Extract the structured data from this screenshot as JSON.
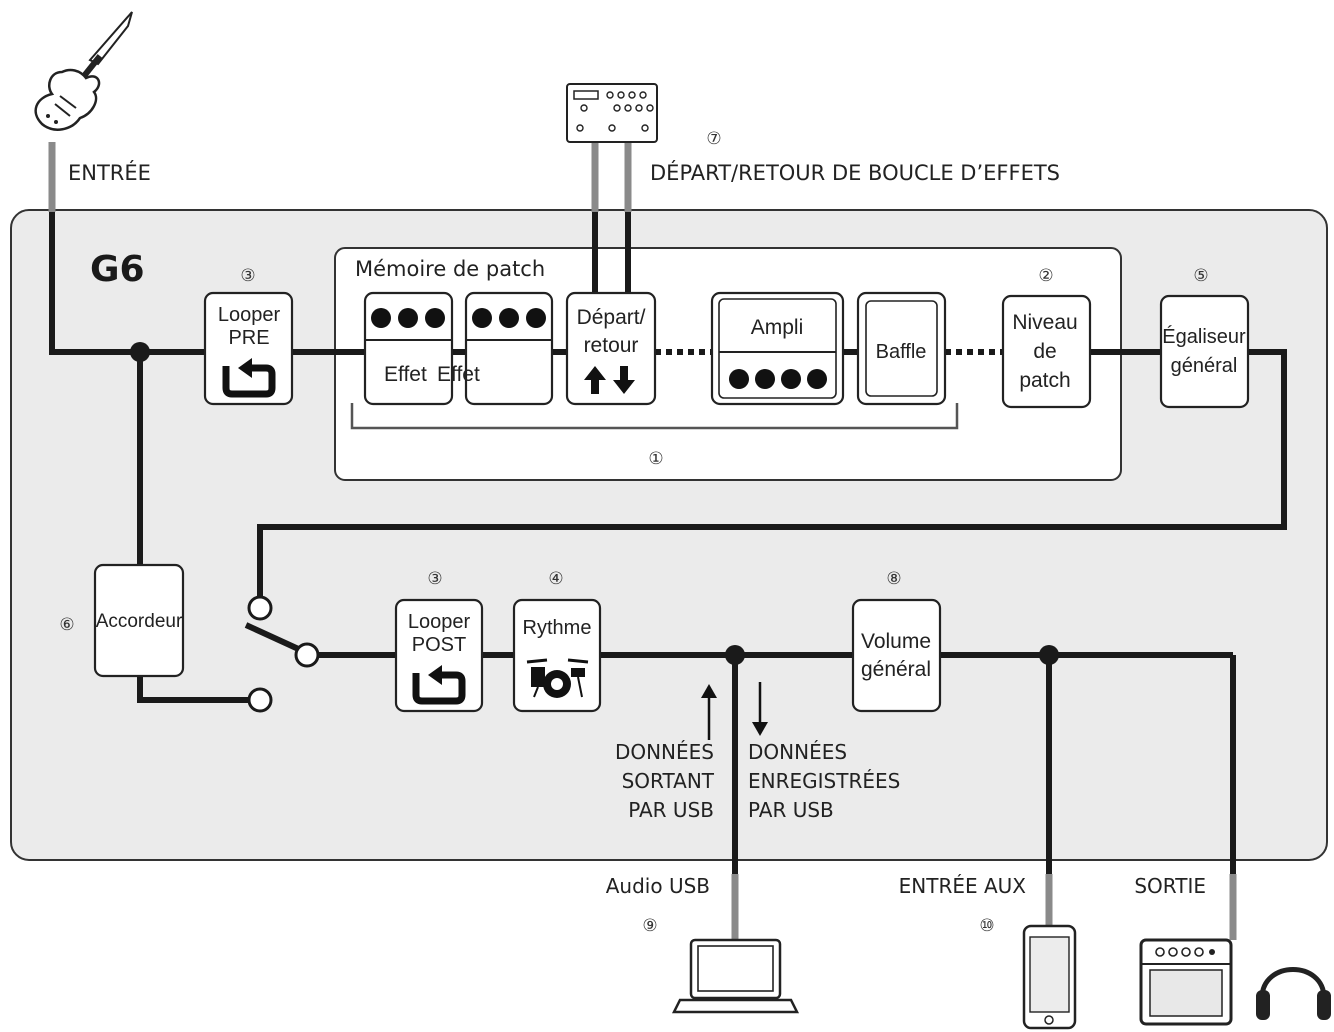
{
  "device": "G6",
  "labels": {
    "input": "ENTRÉE",
    "fx_loop": "DÉPART/RETOUR DE BOUCLE D’EFFETS",
    "patch_memory": "Mémoire de patch",
    "looper_pre_1": "Looper",
    "looper_pre_2": "PRE",
    "effect_1": "Effet",
    "effect_2": "Effet",
    "send_return_1": "Départ/",
    "send_return_2": "retour",
    "amp": "Ampli",
    "cab": "Baffle",
    "patch_level_1": "Niveau",
    "patch_level_2": "de",
    "patch_level_3": "patch",
    "global_eq_1": "Égaliseur",
    "global_eq_2": "général",
    "tuner": "Accordeur",
    "looper_post_1": "Looper",
    "looper_post_2": "POST",
    "rhythm": "Rythme",
    "master_1": "Volume",
    "master_2": "général",
    "usb_out_1": "DONNÉES",
    "usb_out_2": "SORTANT",
    "usb_out_3": "PAR USB",
    "usb_in_1": "DONNÉES",
    "usb_in_2": "ENREGISTRÉES",
    "usb_in_3": "PAR USB",
    "usb_audio": "Audio USB",
    "aux_in": "ENTRÉE AUX",
    "output": "SORTIE"
  },
  "callouts": {
    "n1": "①",
    "n2": "②",
    "n3a": "③",
    "n3b": "③",
    "n4": "④",
    "n5": "⑤",
    "n6": "⑥",
    "n7": "⑦",
    "n8": "⑧",
    "n9": "⑨",
    "n10": "⑩"
  },
  "colors": {
    "panel": "#ebebeb",
    "wire": "#1a1a1a",
    "cable": "#8a8a8a"
  }
}
